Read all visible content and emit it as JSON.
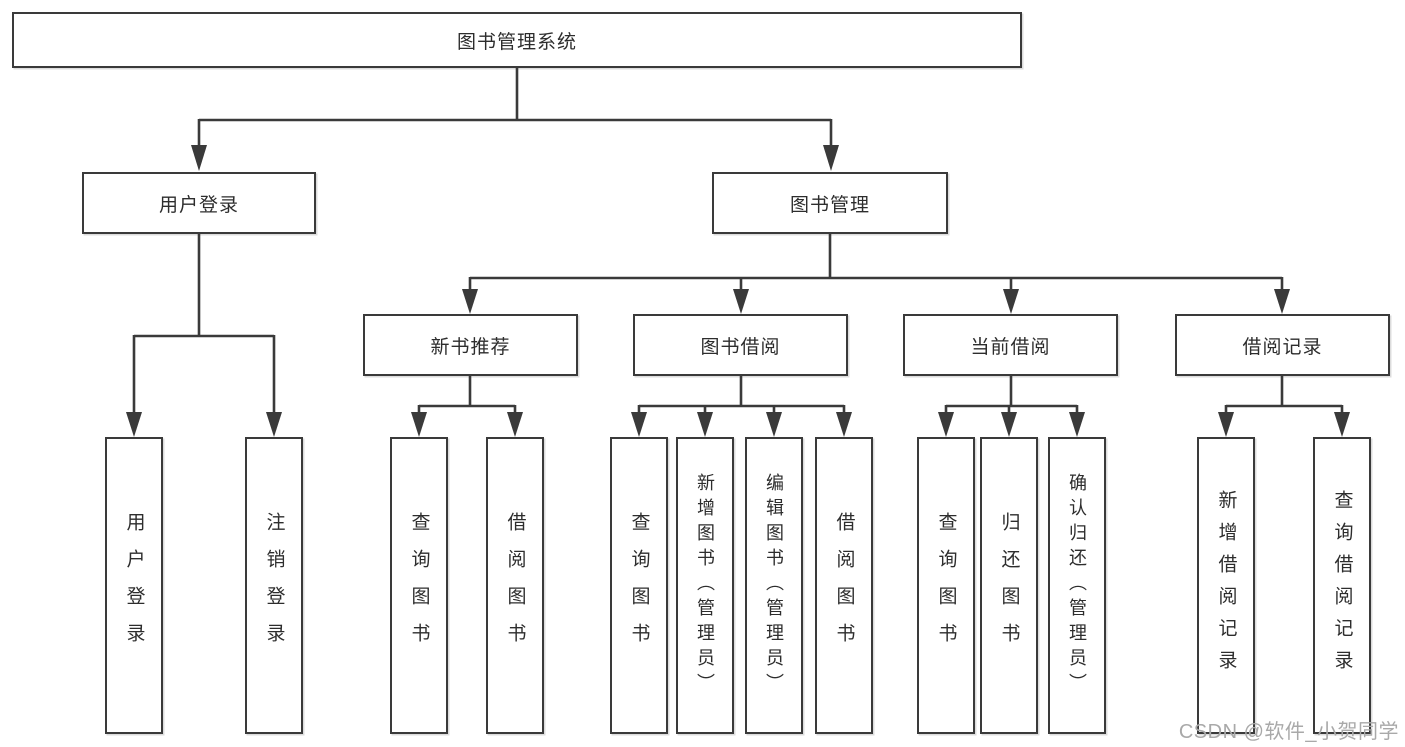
{
  "diagram": {
    "title_node": "图书管理系统",
    "tree": {
      "root": {
        "label": "图书管理系统"
      },
      "branches": [
        {
          "label": "用户登录",
          "children": [
            {
              "label": "用户登录"
            },
            {
              "label": "注销登录"
            }
          ]
        },
        {
          "label": "图书管理",
          "sections": [
            {
              "label": "新书推荐",
              "children": [
                {
                  "label": "查询图书"
                },
                {
                  "label": "借阅图书"
                }
              ]
            },
            {
              "label": "图书借阅",
              "children": [
                {
                  "label": "查询图书"
                },
                {
                  "label": "新增图书（管理员）"
                },
                {
                  "label": "编辑图书（管理员）"
                },
                {
                  "label": "借阅图书"
                }
              ]
            },
            {
              "label": "当前借阅",
              "children": [
                {
                  "label": "查询图书"
                },
                {
                  "label": "归还图书"
                },
                {
                  "label": "确认归还（管理员）"
                }
              ]
            },
            {
              "label": "借阅记录",
              "children": [
                {
                  "label": "新增借阅记录"
                },
                {
                  "label": "查询借阅记录"
                }
              ]
            }
          ]
        }
      ]
    },
    "watermark": "CSDN @软件_小贺同学",
    "colors": {
      "line": "#3a3a3a",
      "box_border": "#3a3a3a",
      "text": "#2d2d2d",
      "watermark_text": "#a9a9a9",
      "background": "#ffffff"
    }
  }
}
